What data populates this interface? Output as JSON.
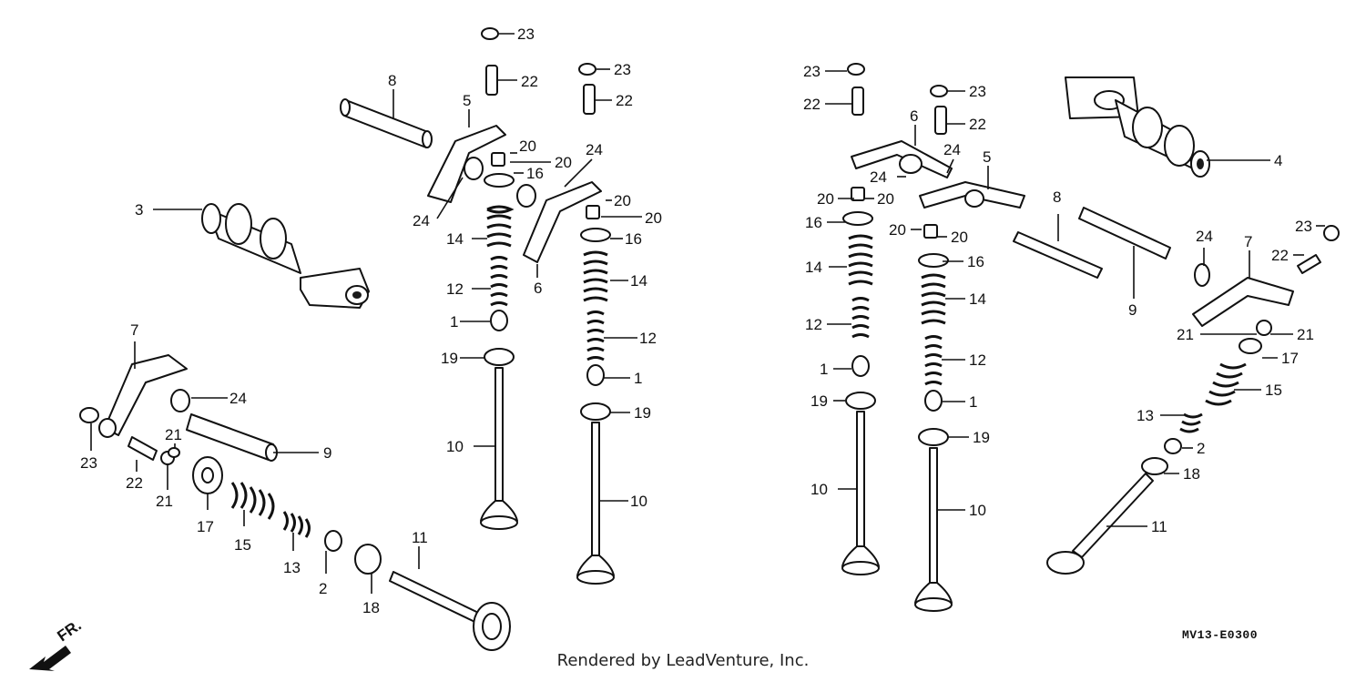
{
  "diagram": {
    "callouts": [
      {
        "num": "1"
      },
      {
        "num": "1"
      },
      {
        "num": "1"
      },
      {
        "num": "1"
      },
      {
        "num": "2"
      },
      {
        "num": "2"
      },
      {
        "num": "3"
      },
      {
        "num": "4"
      },
      {
        "num": "5"
      },
      {
        "num": "5"
      },
      {
        "num": "6"
      },
      {
        "num": "6"
      },
      {
        "num": "7"
      },
      {
        "num": "7"
      },
      {
        "num": "8"
      },
      {
        "num": "8"
      },
      {
        "num": "9"
      },
      {
        "num": "9"
      },
      {
        "num": "10"
      },
      {
        "num": "10"
      },
      {
        "num": "10"
      },
      {
        "num": "10"
      },
      {
        "num": "11"
      },
      {
        "num": "11"
      },
      {
        "num": "12"
      },
      {
        "num": "12"
      },
      {
        "num": "12"
      },
      {
        "num": "12"
      },
      {
        "num": "13"
      },
      {
        "num": "13"
      },
      {
        "num": "14"
      },
      {
        "num": "14"
      },
      {
        "num": "14"
      },
      {
        "num": "14"
      },
      {
        "num": "15"
      },
      {
        "num": "15"
      },
      {
        "num": "16"
      },
      {
        "num": "16"
      },
      {
        "num": "16"
      },
      {
        "num": "16"
      },
      {
        "num": "17"
      },
      {
        "num": "17"
      },
      {
        "num": "18"
      },
      {
        "num": "18"
      },
      {
        "num": "19"
      },
      {
        "num": "19"
      },
      {
        "num": "19"
      },
      {
        "num": "19"
      },
      {
        "num": "20"
      },
      {
        "num": "20"
      },
      {
        "num": "20"
      },
      {
        "num": "20"
      },
      {
        "num": "20"
      },
      {
        "num": "20"
      },
      {
        "num": "20"
      },
      {
        "num": "20"
      },
      {
        "num": "21"
      },
      {
        "num": "21"
      },
      {
        "num": "21"
      },
      {
        "num": "21"
      },
      {
        "num": "22"
      },
      {
        "num": "22"
      },
      {
        "num": "22"
      },
      {
        "num": "22"
      },
      {
        "num": "22"
      },
      {
        "num": "22"
      },
      {
        "num": "23"
      },
      {
        "num": "23"
      },
      {
        "num": "23"
      },
      {
        "num": "23"
      },
      {
        "num": "23"
      },
      {
        "num": "23"
      },
      {
        "num": "24"
      },
      {
        "num": "24"
      },
      {
        "num": "24"
      },
      {
        "num": "24"
      },
      {
        "num": "24"
      },
      {
        "num": "24"
      }
    ]
  },
  "direction_label": "FR.",
  "drawing_code": "MV13-E0300",
  "footer": "Rendered by LeadVenture, Inc."
}
